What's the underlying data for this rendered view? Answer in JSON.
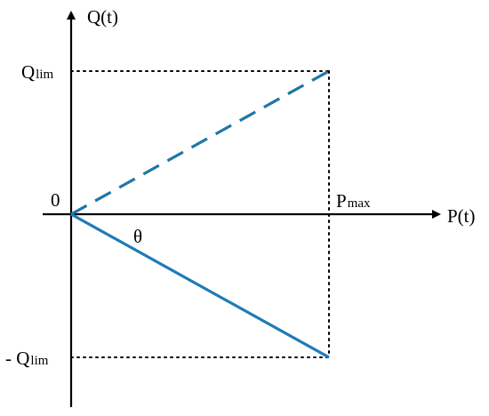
{
  "axes": {
    "y_label": "Q(t)",
    "x_label": "P(t)",
    "origin_label": "0"
  },
  "labels": {
    "q_upper_main": "Q",
    "q_upper_sub": "lim",
    "q_lower_prefix": "- Q",
    "q_lower_sub": "lim",
    "p_max_main": "P",
    "p_max_sub": "max",
    "angle": "θ"
  },
  "colors": {
    "upper_line": "#1f77a4",
    "lower_line": "#1f7ab8",
    "axis": "#000000",
    "guide": "#000000"
  }
}
